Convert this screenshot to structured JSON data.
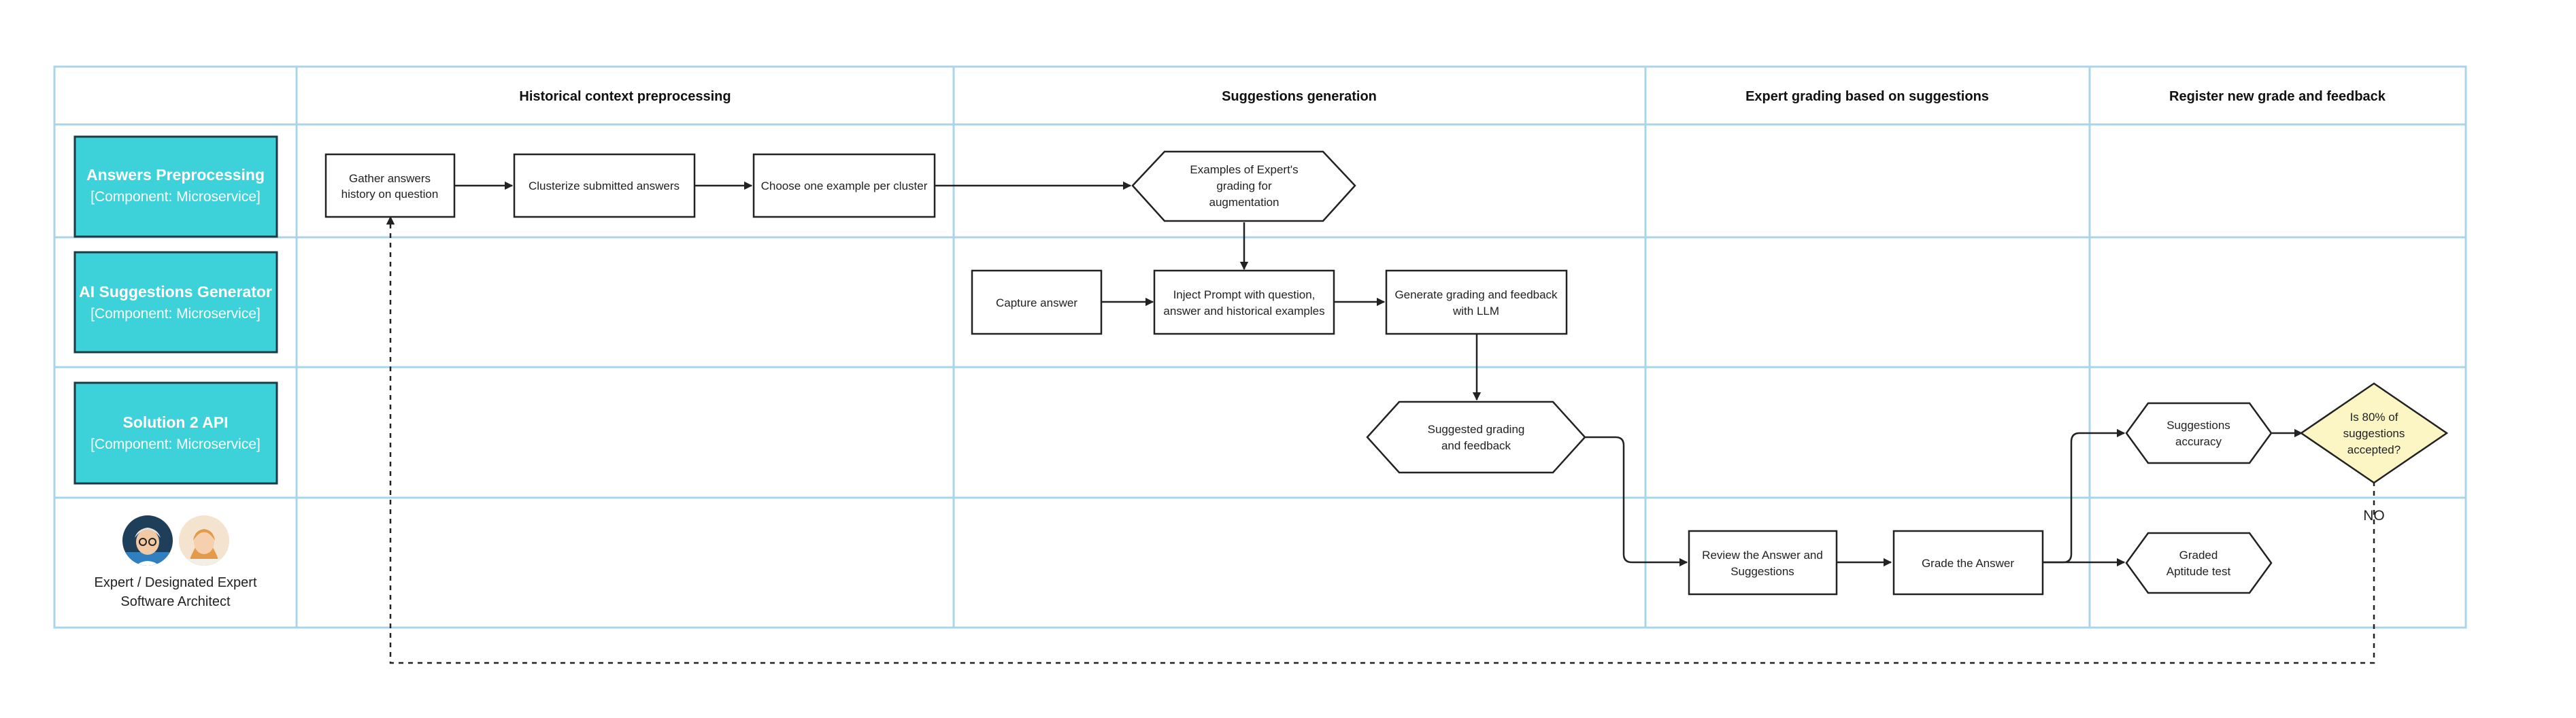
{
  "columns": [
    {
      "title": "Historical context preprocessing"
    },
    {
      "title": "Suggestions generation"
    },
    {
      "title": "Expert grading based on suggestions"
    },
    {
      "title": "Register new grade and feedback"
    }
  ],
  "lanes": [
    {
      "title": "Answers Preprocessing",
      "subtitle": "[Component: Microservice]"
    },
    {
      "title": "AI Suggestions Generator",
      "subtitle": "[Component: Microservice]"
    },
    {
      "title": "Solution 2 API",
      "subtitle": "[Component: Microservice]"
    }
  ],
  "actor": {
    "line1": "Expert / Designated Expert",
    "line2": "Software Architect",
    "avatar_colors": {
      "expert_bg": "#1f3e5a",
      "architect_bg": "#f4e3cf"
    }
  },
  "nodes": {
    "gather": {
      "line1": "Gather answers",
      "line2": "history on question"
    },
    "clusterize": {
      "line1": "Clusterize submitted answers"
    },
    "choose": {
      "line1": "Choose one example per cluster"
    },
    "examples": {
      "line1": "Examples of Expert's",
      "line2": "grading for",
      "line3": "augmentation"
    },
    "capture": {
      "line1": "Capture answer"
    },
    "inject": {
      "line1": "Inject Prompt with question,",
      "line2": "answer and historical examples"
    },
    "generate": {
      "line1": "Generate grading and feedback",
      "line2": "with LLM"
    },
    "suggested": {
      "line1": "Suggested grading",
      "line2": "and feedback"
    },
    "review": {
      "line1": "Review the Answer and",
      "line2": "Suggestions"
    },
    "grade": {
      "line1": "Grade the Answer"
    },
    "accuracy": {
      "line1": "Suggestions",
      "line2": "accuracy"
    },
    "graded": {
      "line1": "Graded",
      "line2": "Aptitude test"
    },
    "decision": {
      "line1": "Is 80% of",
      "line2": "suggestions",
      "line3": "accepted?"
    }
  },
  "edge_labels": {
    "no": "NO"
  },
  "colors": {
    "grid": "#a9d4ea",
    "lane_fill": "#3dd2d9",
    "lane_stroke": "#1d3b47",
    "decision_fill": "#fbf6c4",
    "line": "#222222"
  }
}
